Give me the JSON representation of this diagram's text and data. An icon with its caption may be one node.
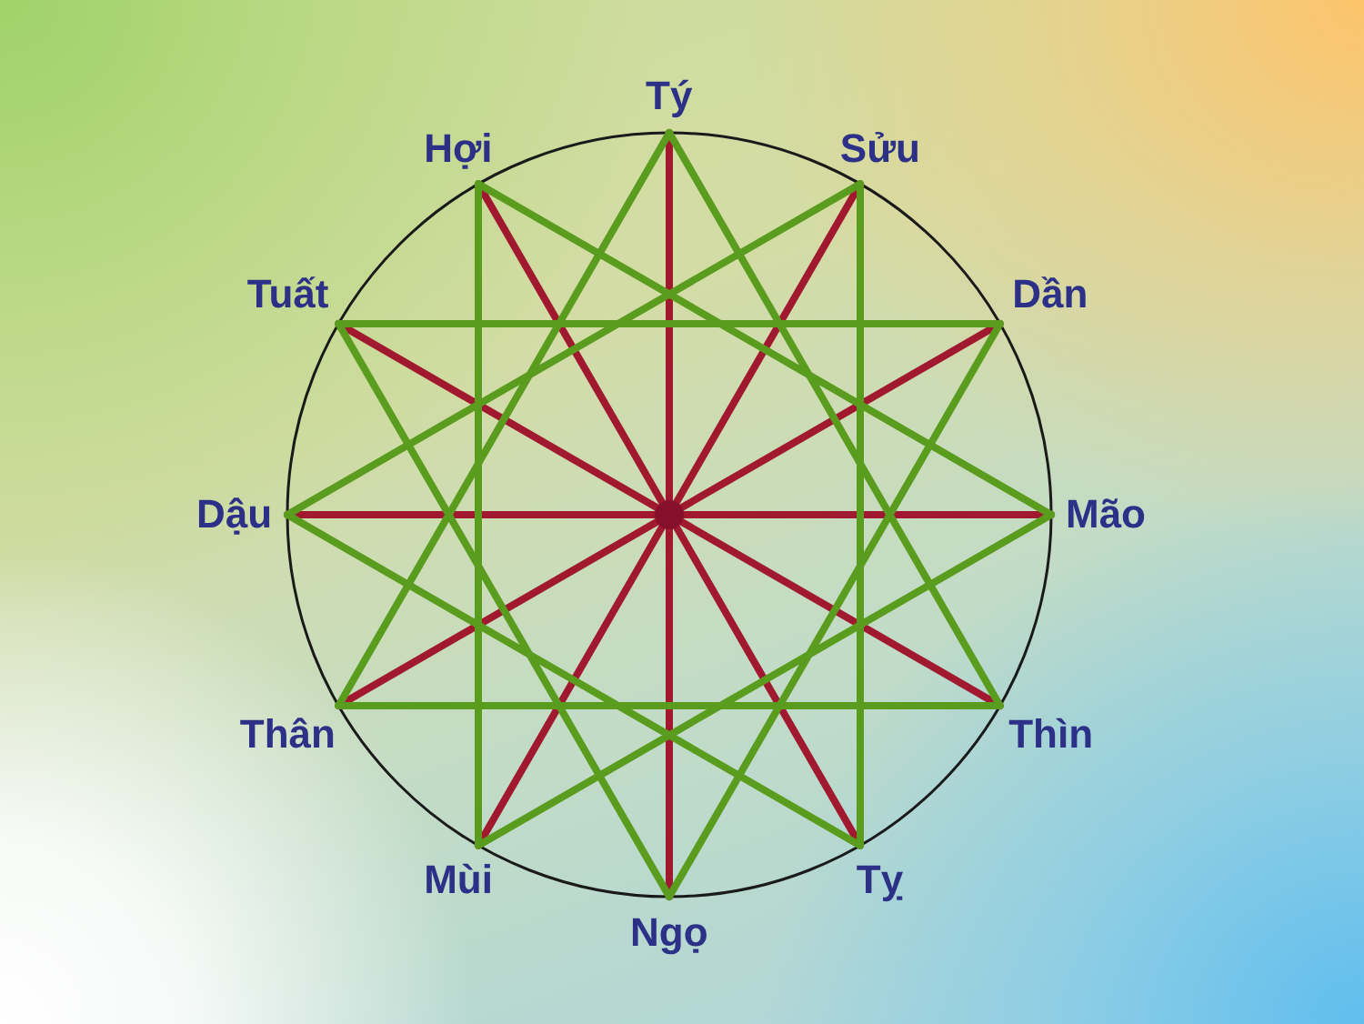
{
  "diagram": {
    "nodes": [
      {
        "text": [
          "Tý"
        ]
      },
      {
        "text": [
          "Sửu"
        ]
      },
      {
        "text": [
          "Dần"
        ]
      },
      {
        "text": [
          "Mão"
        ]
      },
      {
        "text": [
          "Thìn"
        ]
      },
      {
        "text": [
          "Tỵ"
        ]
      },
      {
        "text": [
          "Ngọ"
        ]
      },
      {
        "text": [
          "Mùi"
        ]
      },
      {
        "text": [
          "Thân"
        ]
      },
      {
        "text": [
          "Dậu"
        ]
      },
      {
        "text": [
          "Tuất"
        ]
      },
      {
        "text": [
          "Hợi"
        ]
      },
      {
        "text": [],
        "shape": "circle"
      }
    ],
    "edges": [
      {
        "from": 12,
        "to": 0,
        "arrow": "none",
        "color": "#a0192f"
      },
      {
        "from": 12,
        "to": 1,
        "arrow": "none",
        "color": "#a0192f"
      },
      {
        "from": 12,
        "to": 2,
        "arrow": "none",
        "color": "#a0192f"
      },
      {
        "from": 12,
        "to": 3,
        "arrow": "none",
        "color": "#a0192f"
      },
      {
        "from": 12,
        "to": 4,
        "arrow": "none",
        "color": "#a0192f"
      },
      {
        "from": 12,
        "to": 5,
        "arrow": "none",
        "color": "#a0192f"
      },
      {
        "from": 12,
        "to": 6,
        "arrow": "none",
        "color": "#a0192f"
      },
      {
        "from": 12,
        "to": 7,
        "arrow": "none",
        "color": "#a0192f"
      },
      {
        "from": 12,
        "to": 8,
        "arrow": "none",
        "color": "#a0192f"
      },
      {
        "from": 12,
        "to": 9,
        "arrow": "none",
        "color": "#a0192f"
      },
      {
        "from": 12,
        "to": 10,
        "arrow": "none",
        "color": "#a0192f"
      },
      {
        "from": 12,
        "to": 11,
        "arrow": "none",
        "color": "#a0192f"
      },
      {
        "from": 0,
        "to": 4,
        "arrow": "none",
        "color": "#5a9c1e"
      },
      {
        "from": 4,
        "to": 8,
        "arrow": "none",
        "color": "#5a9c1e"
      },
      {
        "from": 8,
        "to": 0,
        "arrow": "none",
        "color": "#5a9c1e"
      },
      {
        "from": 1,
        "to": 5,
        "arrow": "none",
        "color": "#5a9c1e"
      },
      {
        "from": 5,
        "to": 9,
        "arrow": "none",
        "color": "#5a9c1e"
      },
      {
        "from": 9,
        "to": 1,
        "arrow": "none",
        "color": "#5a9c1e"
      },
      {
        "from": 2,
        "to": 6,
        "arrow": "none",
        "color": "#5a9c1e"
      },
      {
        "from": 6,
        "to": 10,
        "arrow": "none",
        "color": "#5a9c1e"
      },
      {
        "from": 10,
        "to": 2,
        "arrow": "none",
        "color": "#5a9c1e"
      },
      {
        "from": 3,
        "to": 7,
        "arrow": "none",
        "color": "#5a9c1e"
      },
      {
        "from": 7,
        "to": 11,
        "arrow": "none",
        "color": "#5a9c1e"
      },
      {
        "from": 11,
        "to": 3,
        "arrow": "none",
        "color": "#5a9c1e"
      }
    ]
  }
}
